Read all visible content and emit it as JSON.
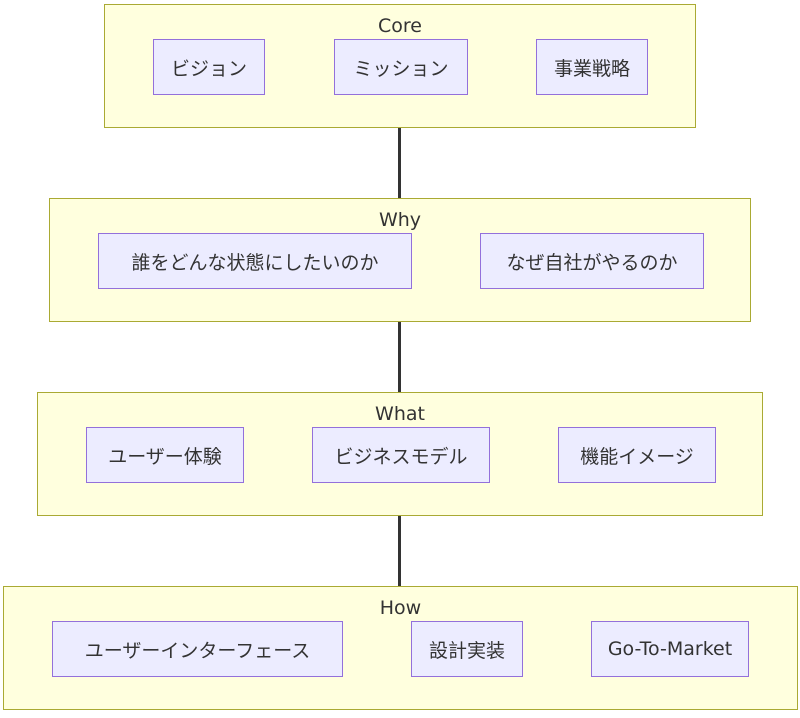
{
  "colors": {
    "group_fill": "#ffffde",
    "group_border": "#aaaa33",
    "node_fill": "#ececff",
    "node_border": "#9370db",
    "connector": "#333333",
    "text": "#333333"
  },
  "groups": {
    "core": {
      "title": "Core",
      "nodes": [
        "ビジョン",
        "ミッション",
        "事業戦略"
      ]
    },
    "why": {
      "title": "Why",
      "nodes": [
        "誰をどんな状態にしたいのか",
        "なぜ自社がやるのか"
      ]
    },
    "what": {
      "title": "What",
      "nodes": [
        "ユーザー体験",
        "ビジネスモデル",
        "機能イメージ"
      ]
    },
    "how": {
      "title": "How",
      "nodes": [
        "ユーザーインターフェース",
        "設計実装",
        "Go-To-Market"
      ]
    }
  }
}
